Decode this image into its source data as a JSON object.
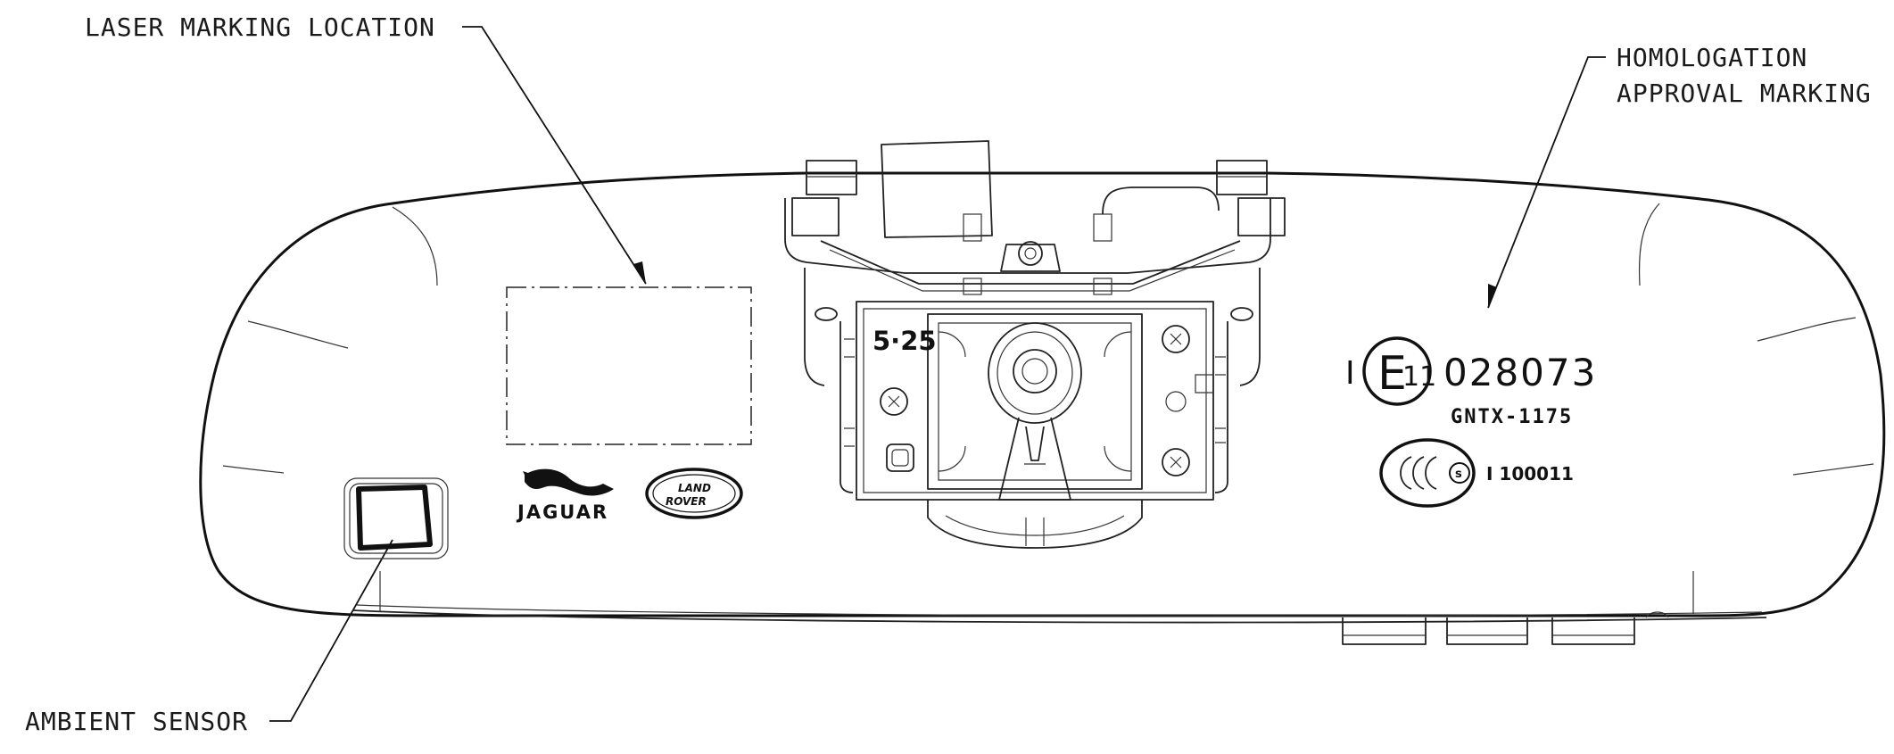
{
  "callouts": {
    "laser_marking": "LASER MARKING LOCATION",
    "homologation_line1": "HOMOLOGATION",
    "homologation_line2": "APPROVAL MARKING",
    "ambient_sensor": "AMBIENT SENSOR"
  },
  "markings": {
    "approval_prefix": "I",
    "e_mark_letter": "E",
    "e_mark_number": "11",
    "approval_number": "028073",
    "part_code": "GNTX-1175",
    "ccc_letter": "s",
    "ccc_number": "I 100011",
    "date_code": "5·25"
  },
  "logos": {
    "jaguar": "JAGUAR",
    "land_rover_line1": "LAND",
    "land_rover_line2": "ROVER"
  }
}
